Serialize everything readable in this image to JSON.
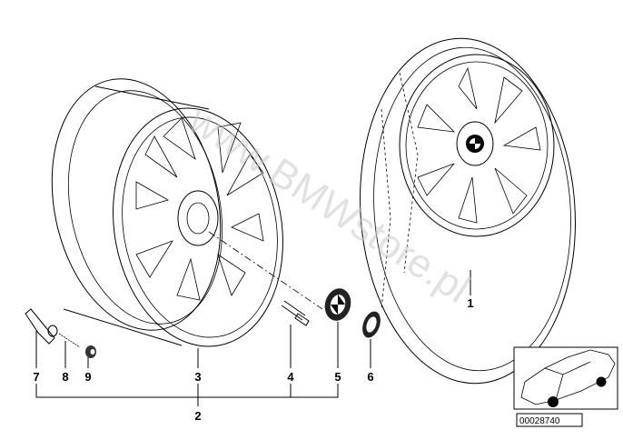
{
  "diagram": {
    "watermark": "www.BMWstore.pl",
    "callouts": [
      "1",
      "2",
      "3",
      "4",
      "5",
      "6",
      "7",
      "8",
      "9"
    ],
    "inset": {
      "part_code": "00028740"
    }
  }
}
